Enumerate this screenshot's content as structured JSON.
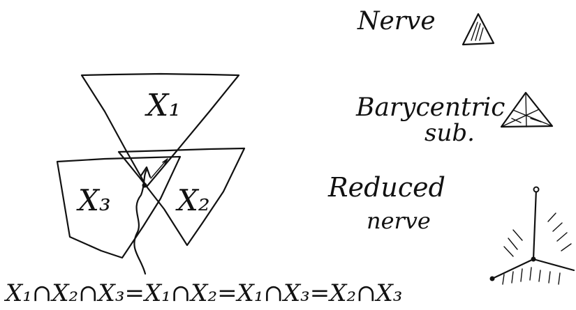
{
  "labels": {
    "x1": "X₁",
    "x2": "X₂",
    "x3": "X₃",
    "nerve": "Nerve",
    "barycentric_line1": "Barycentric",
    "barycentric_line2": "sub.",
    "reduced_line1": "Reduced",
    "reduced_line2": "nerve",
    "equation": "X₁∩X₂∩X₃=X₁∩X₂=X₁∩X₃=X₂∩X₃"
  }
}
